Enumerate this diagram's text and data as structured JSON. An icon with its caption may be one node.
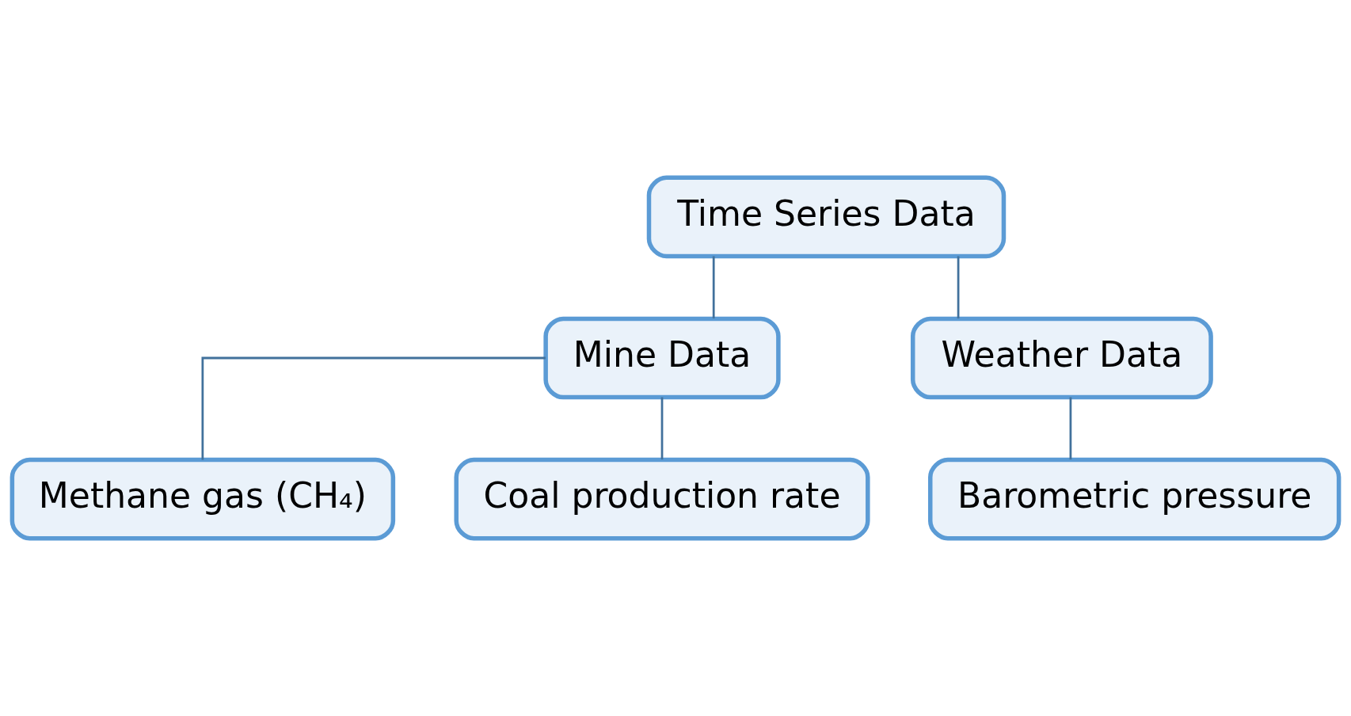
{
  "diagram": {
    "nodes": [
      {
        "text": [
          "Time Series Data"
        ]
      },
      {
        "text": [
          "Mine Data"
        ]
      },
      {
        "text": [
          "Weather Data"
        ]
      },
      {
        "text": [
          "Methane gas (CH₄)"
        ]
      },
      {
        "text": [
          "Coal production rate"
        ]
      },
      {
        "text": [
          "Barometric pressure"
        ]
      }
    ],
    "edges": [
      {
        "from": 0,
        "to": 1,
        "arrow": "none"
      },
      {
        "from": 0,
        "to": 2,
        "arrow": "none"
      },
      {
        "from": 1,
        "to": 3,
        "arrow": "none"
      },
      {
        "from": 1,
        "to": 4,
        "arrow": "none"
      },
      {
        "from": 2,
        "to": 5,
        "arrow": "none"
      }
    ]
  }
}
